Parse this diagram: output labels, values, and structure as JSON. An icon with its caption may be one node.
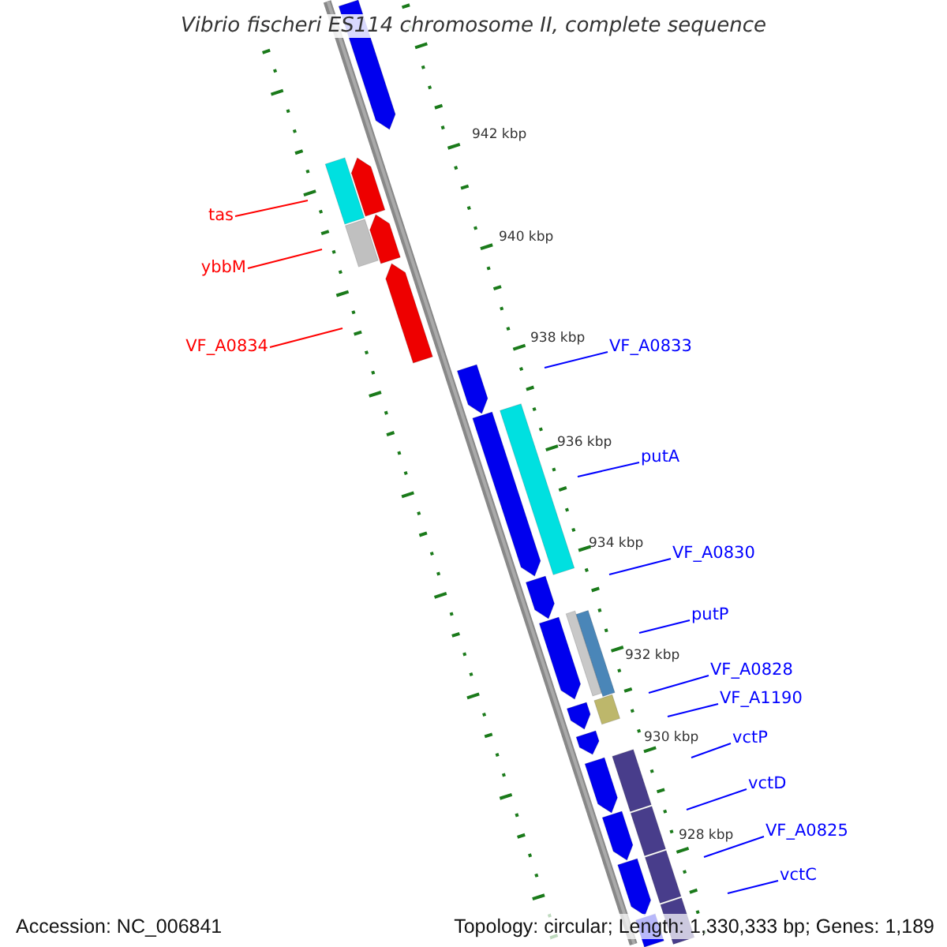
{
  "diagram": {
    "title": "Vibrio fischeri ES114 chromosome II, complete sequence",
    "nodes": [
      {
        "text": [
          "tas"
        ]
      },
      {
        "text": [
          "ybbM"
        ]
      },
      {
        "text": [
          "VF_A0834"
        ]
      },
      {
        "text": [
          "VF_A0833"
        ]
      },
      {
        "text": [
          "putA"
        ]
      },
      {
        "text": [
          "VF_A0830"
        ]
      },
      {
        "text": [
          "putP"
        ]
      },
      {
        "text": [
          "VF_A0828"
        ]
      },
      {
        "text": [
          "VF_A1190"
        ]
      },
      {
        "text": [
          "vctP"
        ]
      },
      {
        "text": [
          "vctD"
        ]
      },
      {
        "text": [
          "VF_A0825"
        ]
      },
      {
        "text": [
          "vctC"
        ]
      }
    ],
    "edges": [
      {
        "from": 0,
        "to": null,
        "arrow": "none",
        "color": "#ff0000"
      },
      {
        "from": 1,
        "to": null,
        "arrow": "none",
        "color": "#ff0000"
      },
      {
        "from": 2,
        "to": null,
        "arrow": "none",
        "color": "#ff0000"
      },
      {
        "from": 3,
        "to": null,
        "arrow": "none"
      },
      {
        "from": 4,
        "to": null,
        "arrow": "none"
      },
      {
        "from": 5,
        "to": null,
        "arrow": "none"
      },
      {
        "from": 6,
        "to": null,
        "arrow": "none"
      },
      {
        "from": 7,
        "to": null,
        "arrow": "none"
      },
      {
        "from": 8,
        "to": null,
        "arrow": "none"
      },
      {
        "from": 9,
        "to": null,
        "arrow": "none"
      },
      {
        "from": 10,
        "to": null,
        "arrow": "none"
      },
      {
        "from": 11,
        "to": null,
        "arrow": "none"
      },
      {
        "from": 12,
        "to": null,
        "arrow": "none"
      }
    ],
    "labels": [
      "942 kbp",
      "940 kbp",
      "938 kbp",
      "936 kbp",
      "934 kbp",
      "932 kbp",
      "930 kbp",
      "928 kbp",
      "Accession: NC_006841",
      "Topology: circular; Length: 1,330,333 bp; Genes: 1,189"
    ]
  }
}
